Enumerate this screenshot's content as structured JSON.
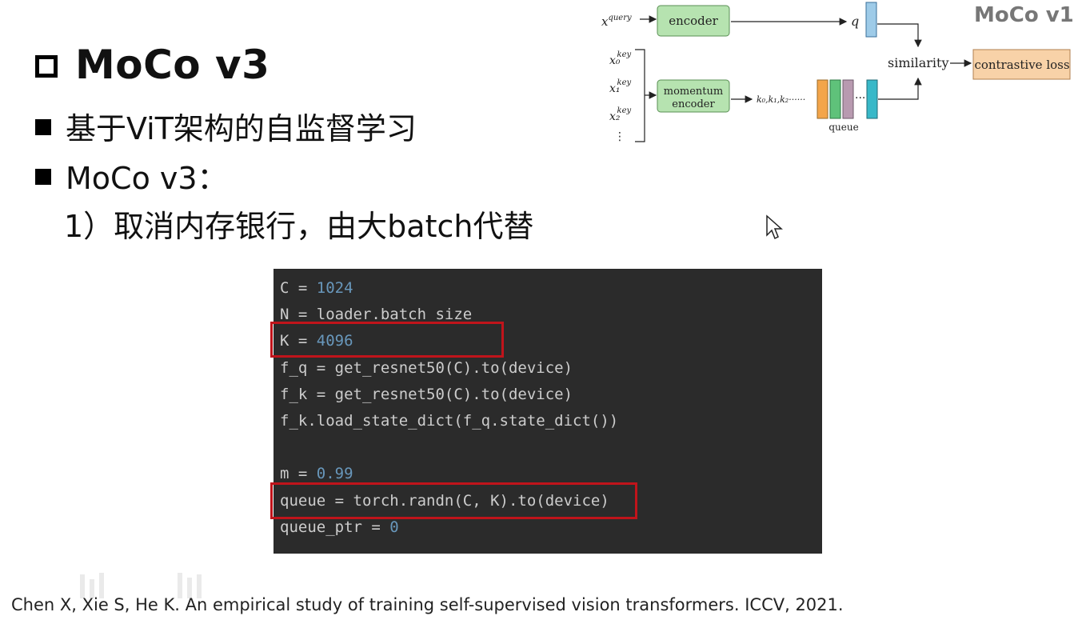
{
  "slide": {
    "title": "MoCo v3",
    "bullet1": "基于ViT架构的自监督学习",
    "bullet2": "MoCo v3：",
    "sub1": "1）取消内存银行，由大batch代替",
    "citation": "Chen X, Xie S, He K. An empirical study of training self-supervised vision transformers. ICCV, 2021."
  },
  "diagram": {
    "title": "MoCo v1",
    "xquery": "x",
    "xquery_sup": "query",
    "encoder": "encoder",
    "momentum_encoder_1": "momentum",
    "momentum_encoder_2": "encoder",
    "q": "q",
    "similarity": "similarity",
    "contrastive_loss": "contrastive loss",
    "keys_label": "k₀,k₁,k₂······",
    "queue": "queue",
    "x0": "x₀",
    "x1": "x₁",
    "x2": "x₂",
    "key_sup": "key",
    "vdots": "⋮"
  },
  "code": {
    "lines": [
      {
        "a": "C = ",
        "n": "1024",
        "b": ""
      },
      {
        "a": "N = loader.batch_size",
        "n": "",
        "b": ""
      },
      {
        "a": "K = ",
        "n": "4096",
        "b": ""
      },
      {
        "a": "f_q = get_resnet50(C).to(device)",
        "n": "",
        "b": ""
      },
      {
        "a": "f_k = get_resnet50(C).to(device)",
        "n": "",
        "b": ""
      },
      {
        "a": "f_k.load_state_dict(f_q.state_dict())",
        "n": "",
        "b": ""
      },
      {
        "a": "",
        "n": "",
        "b": ""
      },
      {
        "a": "m = ",
        "n": "0.99",
        "b": ""
      },
      {
        "a": "queue = torch.randn(C, K).to(device)",
        "n": "",
        "b": ""
      },
      {
        "a": "queue_ptr = ",
        "n": "0",
        "b": ""
      }
    ]
  },
  "colors": {
    "highlight": "#c0141b",
    "code_bg": "#2b2b2b",
    "code_number": "#6897bb",
    "encoder_fill": "#b6e3b0",
    "loss_fill": "#f8d2a8",
    "q_fill": "#9ecbe8"
  }
}
